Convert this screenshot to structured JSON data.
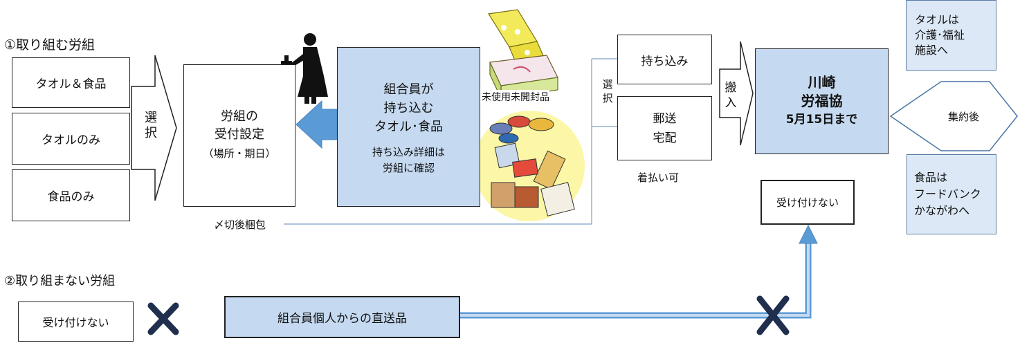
{
  "section1": {
    "title": "①取り組む労組"
  },
  "section2": {
    "title": "②取り組まない労組"
  },
  "options": [
    "タオル＆食品",
    "タオルのみ",
    "食品のみ"
  ],
  "select_arrow_1": "選択",
  "union_reception": {
    "line1": "労組の",
    "line2": "受付設定",
    "line3": "（場所・期日）"
  },
  "after_deadline": "〆切後梱包",
  "members_box": {
    "line1": "組合員が",
    "line2": "持ち込む",
    "line3": "タオル･食品",
    "line4": "持ち込み詳細は",
    "line5": "労組に確認"
  },
  "unused_label": "未使用未開封品",
  "select_label_2": "選択",
  "delivery": {
    "bring": "持ち込み",
    "mail_line1": "郵送",
    "mail_line2": "宅配",
    "cod": "着払い可"
  },
  "carry_in": "搬入",
  "kawasaki": {
    "line1": "川崎",
    "line2": "労福協",
    "line3": "5月15日まで"
  },
  "collection": "集約後",
  "towel_dest": {
    "line1": "タオルは",
    "line2": "介護･福祉",
    "line3": "施設へ"
  },
  "food_dest": {
    "line1": "食品は",
    "line2": "フードバンク",
    "line3": "かながわへ"
  },
  "reject_right": "受け付けない",
  "reject_left": "受け付けない",
  "direct_items": "組合員個人からの直送品",
  "colors": {
    "blue_fill": "#c5d9f0",
    "blue_arrow": "#5b9bd5",
    "cross": "#1f2f4d"
  }
}
